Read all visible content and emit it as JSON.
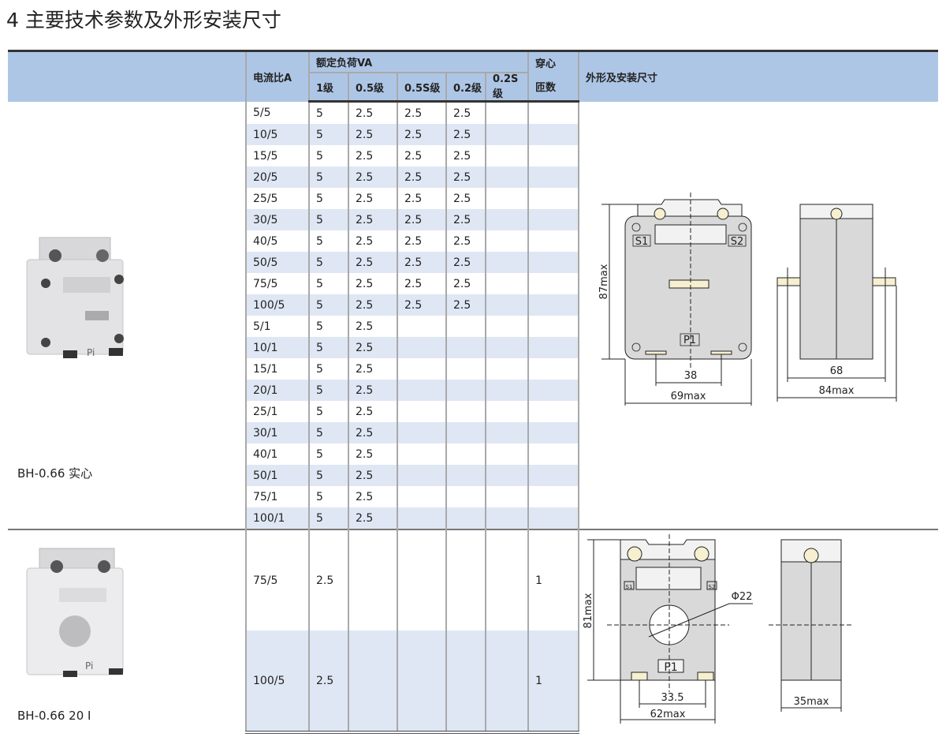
{
  "title": "4 主要技术参数及外形安装尺寸",
  "header": {
    "ratio": "电流比A",
    "rated_load": "额定负荷VA",
    "classes": [
      "1级",
      "0.5级",
      "0.5S级",
      "0.2级",
      "0.2S级"
    ],
    "turns_line1": "穿心",
    "turns_line2": "匝数",
    "dimensions": "外形及安装尺寸"
  },
  "sections": [
    {
      "model": "BH-0.66 实心",
      "rows": [
        {
          "ratio": "5/5",
          "v": [
            "5",
            "2.5",
            "2.5",
            "2.5",
            ""
          ],
          "turns": ""
        },
        {
          "ratio": "10/5",
          "v": [
            "5",
            "2.5",
            "2.5",
            "2.5",
            ""
          ],
          "turns": ""
        },
        {
          "ratio": "15/5",
          "v": [
            "5",
            "2.5",
            "2.5",
            "2.5",
            ""
          ],
          "turns": ""
        },
        {
          "ratio": "20/5",
          "v": [
            "5",
            "2.5",
            "2.5",
            "2.5",
            ""
          ],
          "turns": ""
        },
        {
          "ratio": "25/5",
          "v": [
            "5",
            "2.5",
            "2.5",
            "2.5",
            ""
          ],
          "turns": ""
        },
        {
          "ratio": "30/5",
          "v": [
            "5",
            "2.5",
            "2.5",
            "2.5",
            ""
          ],
          "turns": ""
        },
        {
          "ratio": "40/5",
          "v": [
            "5",
            "2.5",
            "2.5",
            "2.5",
            ""
          ],
          "turns": ""
        },
        {
          "ratio": "50/5",
          "v": [
            "5",
            "2.5",
            "2.5",
            "2.5",
            ""
          ],
          "turns": ""
        },
        {
          "ratio": "75/5",
          "v": [
            "5",
            "2.5",
            "2.5",
            "2.5",
            ""
          ],
          "turns": ""
        },
        {
          "ratio": "100/5",
          "v": [
            "5",
            "2.5",
            "2.5",
            "2.5",
            ""
          ],
          "turns": ""
        },
        {
          "ratio": "5/1",
          "v": [
            "5",
            "2.5",
            "",
            "",
            ""
          ],
          "turns": ""
        },
        {
          "ratio": "10/1",
          "v": [
            "5",
            "2.5",
            "",
            "",
            ""
          ],
          "turns": ""
        },
        {
          "ratio": "15/1",
          "v": [
            "5",
            "2.5",
            "",
            "",
            ""
          ],
          "turns": ""
        },
        {
          "ratio": "20/1",
          "v": [
            "5",
            "2.5",
            "",
            "",
            ""
          ],
          "turns": ""
        },
        {
          "ratio": "25/1",
          "v": [
            "5",
            "2.5",
            "",
            "",
            ""
          ],
          "turns": ""
        },
        {
          "ratio": "30/1",
          "v": [
            "5",
            "2.5",
            "",
            "",
            ""
          ],
          "turns": ""
        },
        {
          "ratio": "40/1",
          "v": [
            "5",
            "2.5",
            "",
            "",
            ""
          ],
          "turns": ""
        },
        {
          "ratio": "50/1",
          "v": [
            "5",
            "2.5",
            "",
            "",
            ""
          ],
          "turns": ""
        },
        {
          "ratio": "75/1",
          "v": [
            "5",
            "2.5",
            "",
            "",
            ""
          ],
          "turns": ""
        },
        {
          "ratio": "100/1",
          "v": [
            "5",
            "2.5",
            "",
            "",
            ""
          ],
          "turns": ""
        }
      ],
      "drawing": {
        "s1": "S1",
        "s2": "S2",
        "p1": "P1",
        "height": "87max",
        "hole_spacing": "38",
        "width": "69max",
        "inner_depth": "68",
        "depth": "84max"
      }
    },
    {
      "model": "BH-0.66 20 I",
      "rows": [
        {
          "ratio": "75/5",
          "v": [
            "2.5",
            "",
            "",
            "",
            ""
          ],
          "turns": "1"
        },
        {
          "ratio": "100/5",
          "v": [
            "2.5",
            "",
            "",
            "",
            ""
          ],
          "turns": "1"
        }
      ],
      "drawing": {
        "s1": "S1",
        "s2": "S2",
        "p1": "P1",
        "height": "81max",
        "diameter": "Φ22",
        "hole_spacing": "33.5",
        "width": "62max",
        "depth": "35max"
      }
    }
  ],
  "colors": {
    "header_bg": "#aec6e6",
    "stripe": "#dfe7f4",
    "body": "#d9d9d9",
    "terminal": "#f6efd0"
  }
}
